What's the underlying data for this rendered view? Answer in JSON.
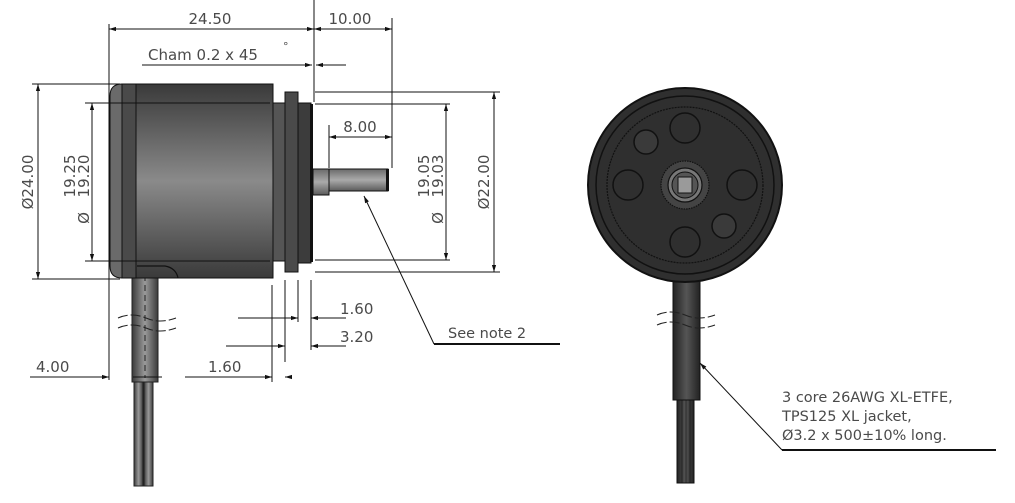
{
  "drawing": {
    "title": "Rotary encoder dimensional drawing",
    "views": [
      "side-view",
      "rear-view"
    ],
    "dimensions": {
      "body_length": "24.50",
      "shaft_length_total": "10.00",
      "chamfer": "Cham 0.2 x 45",
      "chamfer_degree_symbol": "°",
      "shaft_step": "8.00",
      "outer_diameter": "Ø24.00",
      "body_diameter_max": "19.25",
      "body_diameter_min": "19.20",
      "pilot_diameter_max": "19.05",
      "pilot_diameter_min": "19.03",
      "flange_diameter": "Ø22.00",
      "flange_thickness_1": "1.60",
      "flange_thickness_2": "3.20",
      "cable_offset": "4.00",
      "flange_gap": "1.60",
      "diameter_symbol": "Ø"
    },
    "notes": {
      "shaft_note": "See note 2",
      "cable_note_lines": [
        "3 core 26AWG XL-ETFE,",
        "TPS125 XL jacket,",
        "Ø3.2 x 500±10% long."
      ]
    },
    "colors": {
      "body": "#5a5a5a",
      "body_dark": "#2e2e2e",
      "line": "#111111",
      "text": "#4a4a4a"
    }
  }
}
